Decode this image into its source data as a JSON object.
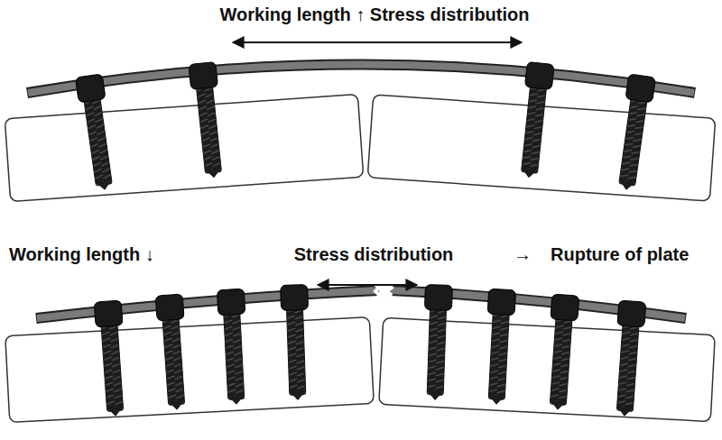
{
  "diagram": {
    "labels": [
      "Working length ↑ Stress distribution",
      "Working length ↓",
      "Stress distribution",
      "→",
      "Rupture of plate"
    ]
  }
}
